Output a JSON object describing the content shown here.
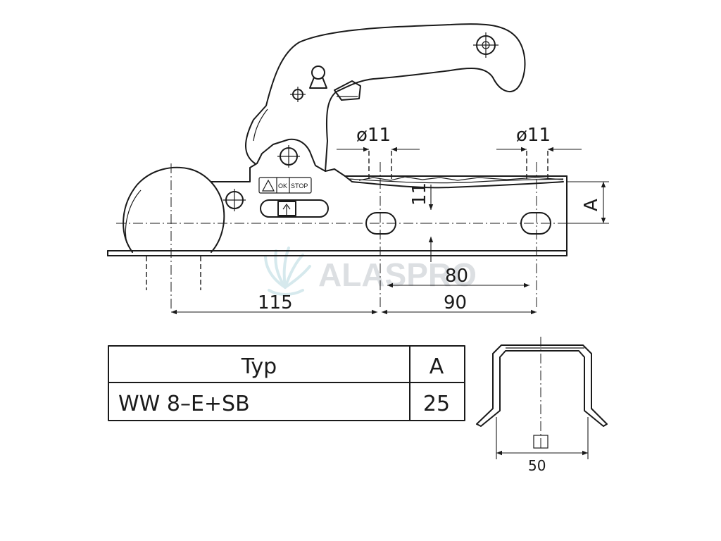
{
  "watermark": {
    "text": "ALASPRO",
    "icon": "leaf-fan-icon",
    "color": "#cfe6ea"
  },
  "drawing": {
    "hole_dim_left": "ø11",
    "hole_dim_right": "ø11",
    "dim_11": "11",
    "dim_A": "A",
    "dim_80": "80",
    "dim_115": "115",
    "dim_90": "90",
    "dim_50": "50",
    "label_ok": "OK",
    "label_stop": "STOP"
  },
  "table": {
    "headers": [
      "Typ",
      "A"
    ],
    "rows": [
      {
        "typ": "WW 8–E+SB",
        "a": "25"
      }
    ]
  }
}
